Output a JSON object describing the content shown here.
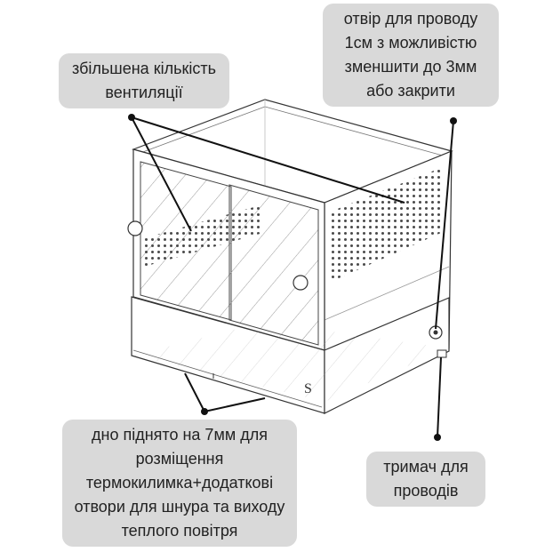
{
  "annotations": {
    "ventilation": {
      "lines": [
        "збільшена кількість",
        "вентиляції"
      ]
    },
    "cable_hole": {
      "lines": [
        "отвір для проводу",
        "1см з можливістю",
        "зменшити до 3мм",
        "або закрити"
      ]
    },
    "raised_bottom": {
      "lines": [
        "дно піднято на 7мм для",
        "розміщення",
        "термокилимка+додаткові",
        "отвори для шнура та виходу",
        "теплого повітря"
      ]
    },
    "cable_holder": {
      "lines": [
        "тримач для",
        "проводів"
      ]
    }
  },
  "colors": {
    "label_background": "#d9d9d9",
    "label_text": "#222222",
    "line_art": "#333333",
    "leader": "#111111"
  }
}
